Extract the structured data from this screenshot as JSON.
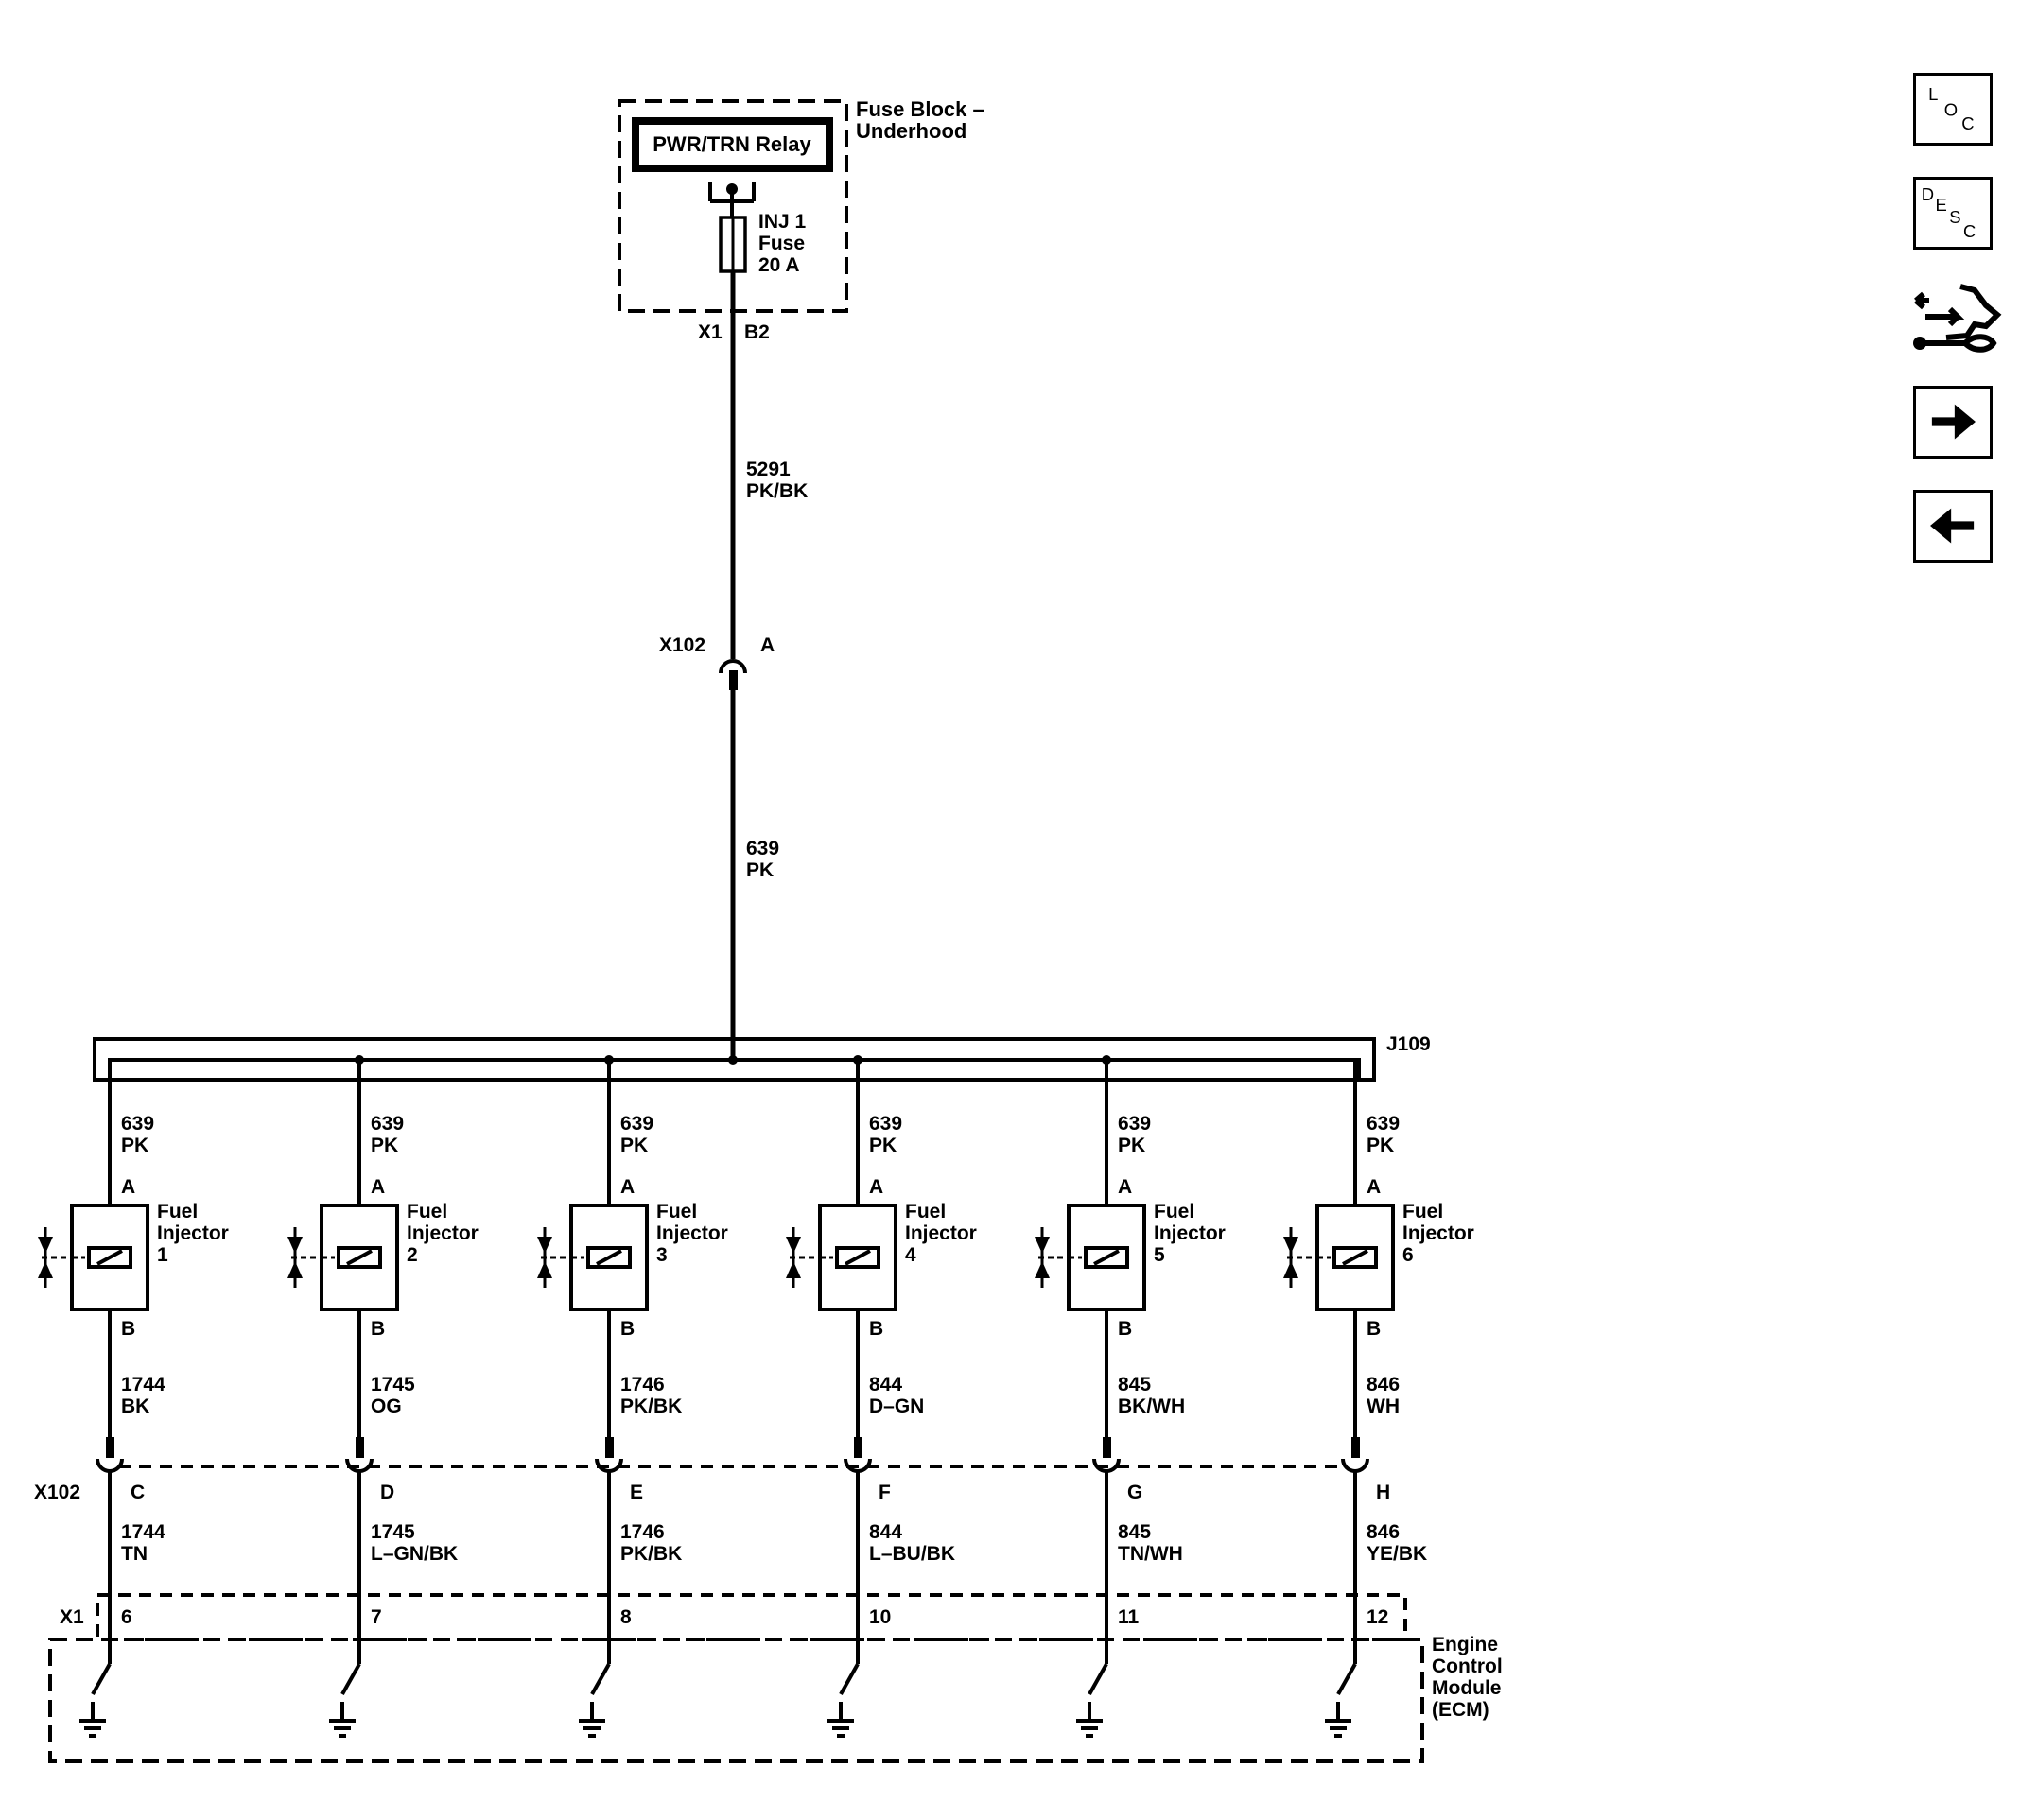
{
  "fuse_block": {
    "title_line1": "Fuse Block –",
    "title_line2": "Underhood",
    "relay_label": "PWR/TRN Relay",
    "fuse_line1": "INJ 1",
    "fuse_line2": "Fuse",
    "fuse_line3": "20 A",
    "connector": "X1",
    "pin": "B2"
  },
  "feed_wire": {
    "circuit": "5291",
    "color": "PK/BK"
  },
  "x102_top": {
    "connector": "X102",
    "pin": "A"
  },
  "main_wire": {
    "circuit": "639",
    "color": "PK"
  },
  "splice": {
    "label": "J109"
  },
  "injectors": [
    {
      "name_line1": "Fuel",
      "name_line2": "Injector",
      "number": "1",
      "pin_a": "A",
      "pin_b": "B",
      "top_circuit": "639",
      "top_color": "PK",
      "bottom_circuit": "1744",
      "bottom_color": "BK",
      "x102_pin": "C",
      "ecm_circuit": "1744",
      "ecm_color": "TN",
      "ecm_pin": "6"
    },
    {
      "name_line1": "Fuel",
      "name_line2": "Injector",
      "number": "2",
      "pin_a": "A",
      "pin_b": "B",
      "top_circuit": "639",
      "top_color": "PK",
      "bottom_circuit": "1745",
      "bottom_color": "OG",
      "x102_pin": "D",
      "ecm_circuit": "1745",
      "ecm_color": "L–GN/BK",
      "ecm_pin": "7"
    },
    {
      "name_line1": "Fuel",
      "name_line2": "Injector",
      "number": "3",
      "pin_a": "A",
      "pin_b": "B",
      "top_circuit": "639",
      "top_color": "PK",
      "bottom_circuit": "1746",
      "bottom_color": "PK/BK",
      "x102_pin": "E",
      "ecm_circuit": "1746",
      "ecm_color": "PK/BK",
      "ecm_pin": "8"
    },
    {
      "name_line1": "Fuel",
      "name_line2": "Injector",
      "number": "4",
      "pin_a": "A",
      "pin_b": "B",
      "top_circuit": "639",
      "top_color": "PK",
      "bottom_circuit": "844",
      "bottom_color": "D–GN",
      "x102_pin": "F",
      "ecm_circuit": "844",
      "ecm_color": "L–BU/BK",
      "ecm_pin": "10"
    },
    {
      "name_line1": "Fuel",
      "name_line2": "Injector",
      "number": "5",
      "pin_a": "A",
      "pin_b": "B",
      "top_circuit": "639",
      "top_color": "PK",
      "bottom_circuit": "845",
      "bottom_color": "BK/WH",
      "x102_pin": "G",
      "ecm_circuit": "845",
      "ecm_color": "TN/WH",
      "ecm_pin": "11"
    },
    {
      "name_line1": "Fuel",
      "name_line2": "Injector",
      "number": "6",
      "pin_a": "A",
      "pin_b": "B",
      "top_circuit": "639",
      "top_color": "PK",
      "bottom_circuit": "846",
      "bottom_color": "WH",
      "x102_pin": "H",
      "ecm_circuit": "846",
      "ecm_color": "YE/BK",
      "ecm_pin": "12"
    }
  ],
  "x102_bottom": {
    "connector": "X102"
  },
  "ecm": {
    "connector": "X1",
    "name_line1": "Engine",
    "name_line2": "Control",
    "name_line3": "Module",
    "name_line4": "(ECM)"
  },
  "nav": {
    "loc_letters": [
      "L",
      "O",
      "C"
    ],
    "desc_letters": [
      "D",
      "E",
      "S",
      "C"
    ],
    "icons": [
      "loc-icon",
      "desc-icon",
      "service-info-icon",
      "arrow-right-icon",
      "arrow-left-icon"
    ]
  },
  "colors": {
    "ink": "#000000",
    "background": "#ffffff"
  }
}
